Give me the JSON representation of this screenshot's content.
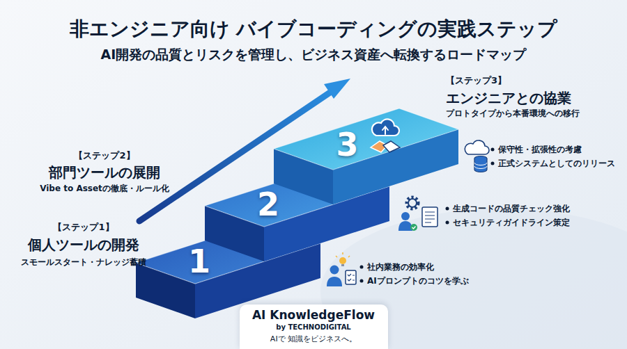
{
  "diagram": {
    "title": "非エンジニア向け バイブコーディングの実践ステップ",
    "nodes": [
      {
        "text": [
          "1",
          "【ステップ1】",
          "個人ツールの開発",
          "スモールスタート・ナレッジ蓄積"
        ]
      },
      {
        "text": [
          "2",
          "【ステップ2】",
          "部門ツールの展開",
          "Vibe to Assetの徹底・ルール化"
        ]
      },
      {
        "text": [
          "3",
          "【ステップ3】",
          "エンジニアとの協業",
          "プロトタイプから本番環境への移行"
        ]
      },
      {
        "text": [
          "AI KnowledgeFlow",
          "by TECHNODIGITAL",
          "AIで 知識をビジネスへ。"
        ]
      }
    ],
    "labels": [
      "AI開発の品質とリスクを管理し、ビジネス資産へ転換するロードマップ",
      "社内業務の効率化",
      "AIプロンプトのコツを学ぶ",
      "生成コードの品質チェック強化",
      "セキュリティガイドライン策定",
      "保守性・拡張性の考慮",
      "正式システムとしてのリリース"
    ]
  }
}
